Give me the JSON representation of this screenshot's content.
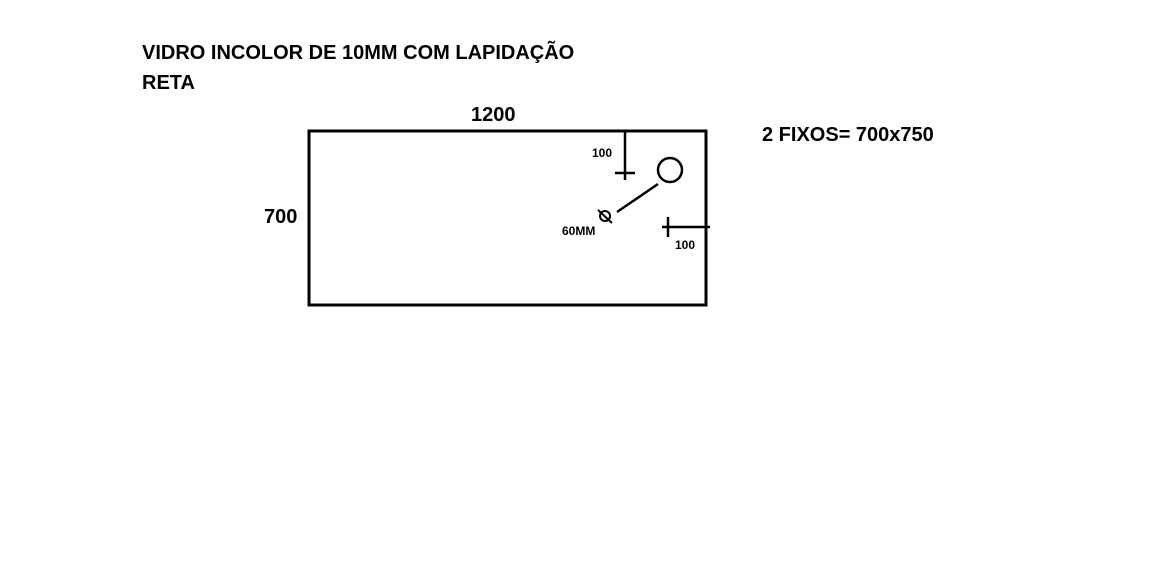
{
  "title": {
    "line1": "VIDRO INCOLOR DE 10MM COM LAPIDAÇÃO",
    "line2": "RETA"
  },
  "dimensions": {
    "width": "1200",
    "height": "700",
    "hole_top_offset": "100",
    "hole_right_offset": "100",
    "hole_diameter": "60MM"
  },
  "note": "2 FIXOS= 700x750"
}
